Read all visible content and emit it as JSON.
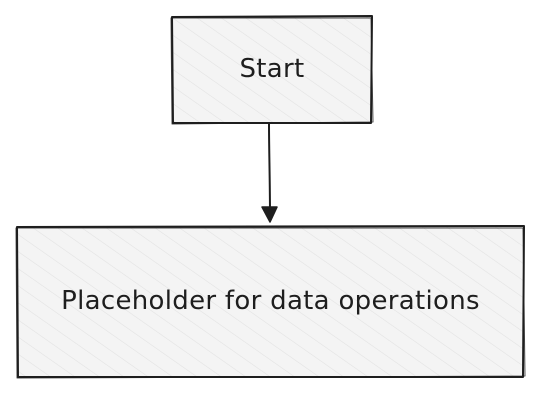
{
  "nodes": {
    "start": {
      "label": "Start",
      "fill": "#f2f2f2",
      "stroke": "#1e1e1e"
    },
    "placeholder": {
      "label": "Placeholder for data operations",
      "fill": "#f2f2f2",
      "stroke": "#1e1e1e"
    }
  },
  "edges": [
    {
      "from": "start",
      "to": "placeholder",
      "style": "solid-arrow"
    }
  ],
  "colors": {
    "stroke": "#1e1e1e",
    "hatch": "#dedede",
    "background": "#ffffff"
  }
}
